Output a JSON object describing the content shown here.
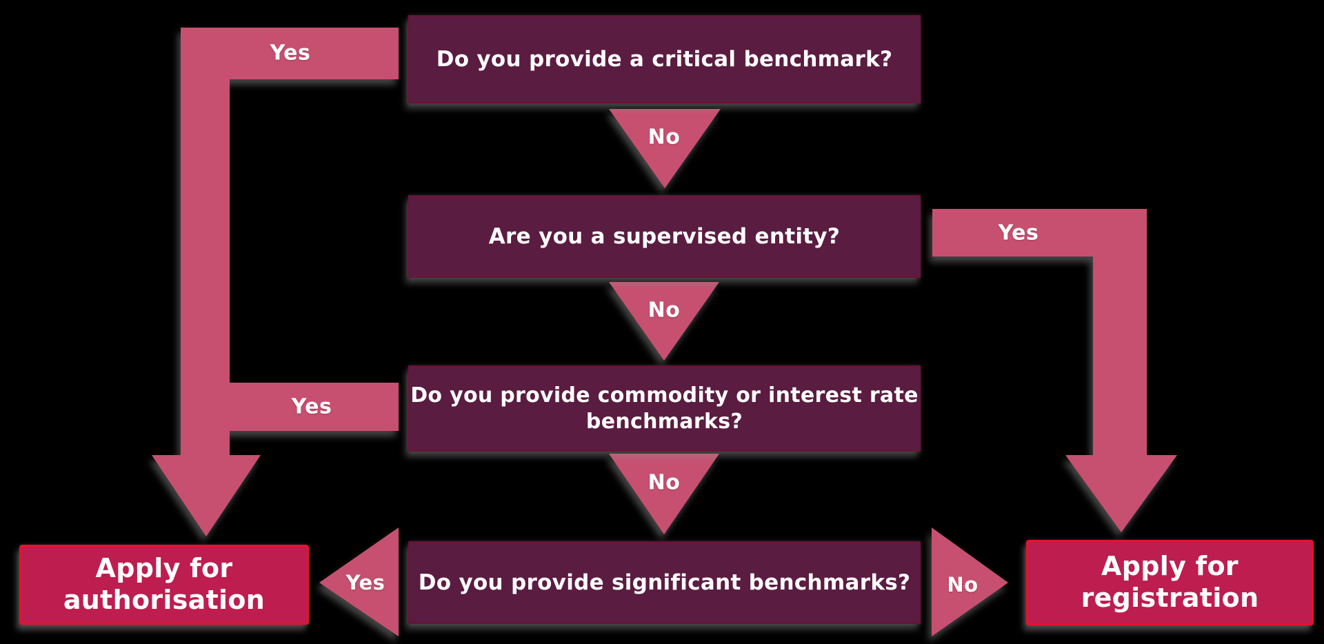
{
  "title": "Benchmark administrator decision flowchart",
  "palette": {
    "question_box": "#5b1c41",
    "arrow": "#c75070",
    "action_box": "#bd1e4f",
    "action_border": "#e8112d",
    "text": "#ffffff",
    "bg": "#000000"
  },
  "nodes": {
    "q1": {
      "text": "Do you provide a critical benchmark?"
    },
    "q2": {
      "text": "Are you a supervised entity?"
    },
    "q3": {
      "text": "Do you provide commodity or interest rate\nbenchmarks?"
    },
    "q4": {
      "text": "Do you provide significant benchmarks?"
    },
    "authorisation": {
      "text": "Apply for\nauthorisation"
    },
    "registration": {
      "text": "Apply for\nregistration"
    }
  },
  "edges": {
    "q1_yes": {
      "label": "Yes",
      "from": "q1",
      "to": "authorisation"
    },
    "q1_no": {
      "label": "No",
      "from": "q1",
      "to": "q2"
    },
    "q2_yes": {
      "label": "Yes",
      "from": "q2",
      "to": "registration"
    },
    "q2_no": {
      "label": "No",
      "from": "q2",
      "to": "q3"
    },
    "q3_yes": {
      "label": "Yes",
      "from": "q3",
      "to": "authorisation"
    },
    "q3_no": {
      "label": "No",
      "from": "q3",
      "to": "q4"
    },
    "q4_yes": {
      "label": "Yes",
      "from": "q4",
      "to": "authorisation"
    },
    "q4_no": {
      "label": "No",
      "from": "q4",
      "to": "registration"
    }
  }
}
